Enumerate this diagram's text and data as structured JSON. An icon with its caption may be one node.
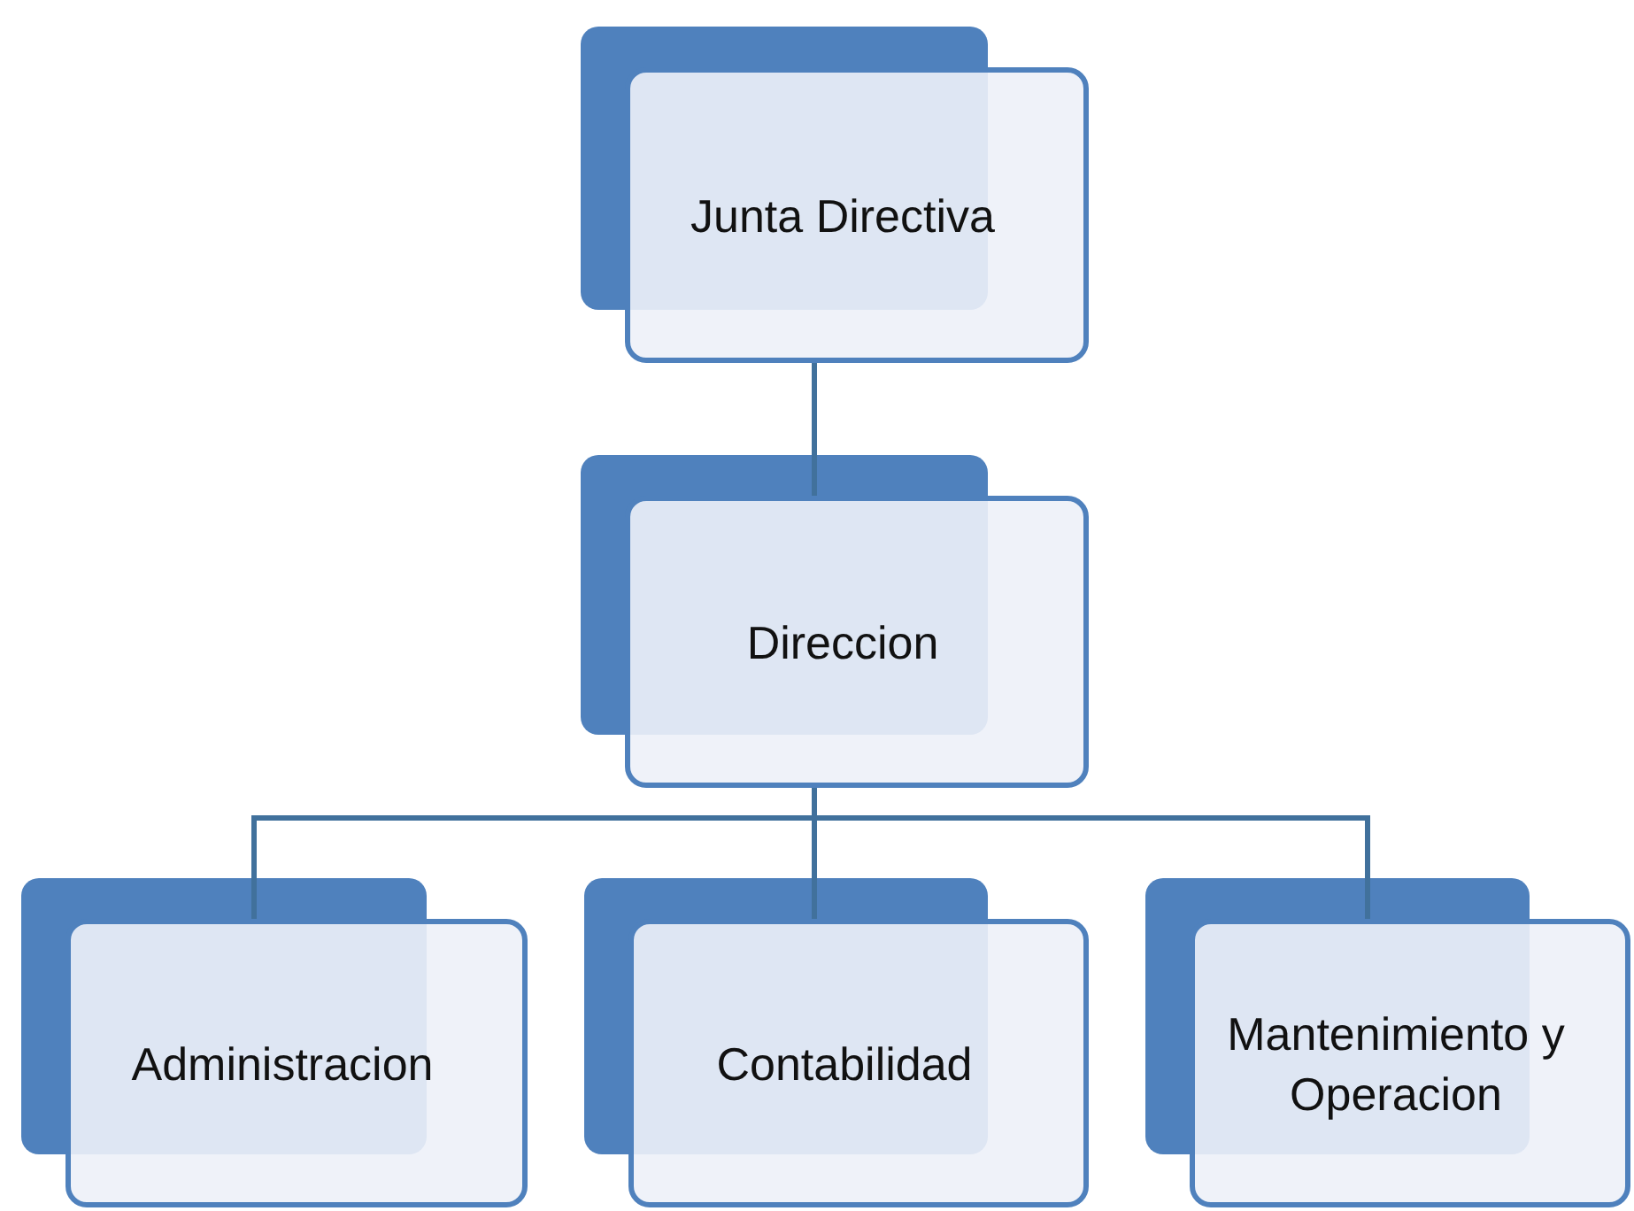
{
  "diagram": {
    "nodes": [
      {
        "text": [
          "Junta Directiva"
        ]
      },
      {
        "text": [
          "Direccion"
        ]
      },
      {
        "text": [
          "Administracion"
        ]
      },
      {
        "text": [
          "Contabilidad"
        ]
      },
      {
        "text": [
          "Mantenimiento y Operacion"
        ]
      }
    ],
    "edges": [
      {
        "from": 0,
        "to": 1,
        "arrow": "none"
      },
      {
        "from": 1,
        "to": 2,
        "arrow": "none"
      },
      {
        "from": 1,
        "to": 3,
        "arrow": "none"
      },
      {
        "from": 1,
        "to": 4,
        "arrow": "none"
      }
    ]
  }
}
